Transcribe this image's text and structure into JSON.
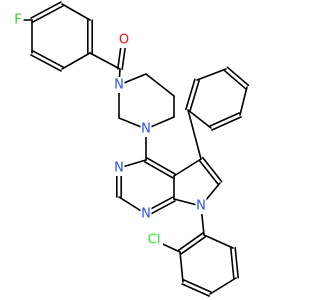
{
  "atoms": [
    {
      "id": "F",
      "label": "F",
      "color": "#33cc33"
    },
    {
      "id": "O",
      "label": "O",
      "color": "#ff0d0d"
    },
    {
      "id": "N1",
      "label": "N",
      "color": "#3050f8"
    },
    {
      "id": "N2",
      "label": "N",
      "color": "#3050f8"
    },
    {
      "id": "N3",
      "label": "N",
      "color": "#3050f8"
    },
    {
      "id": "N4",
      "label": "N",
      "color": "#3050f8"
    },
    {
      "id": "N5",
      "label": "N",
      "color": "#3050f8"
    },
    {
      "id": "Cl",
      "label": "Cl",
      "color": "#1ff01f"
    }
  ],
  "bond_color": "#000000"
}
